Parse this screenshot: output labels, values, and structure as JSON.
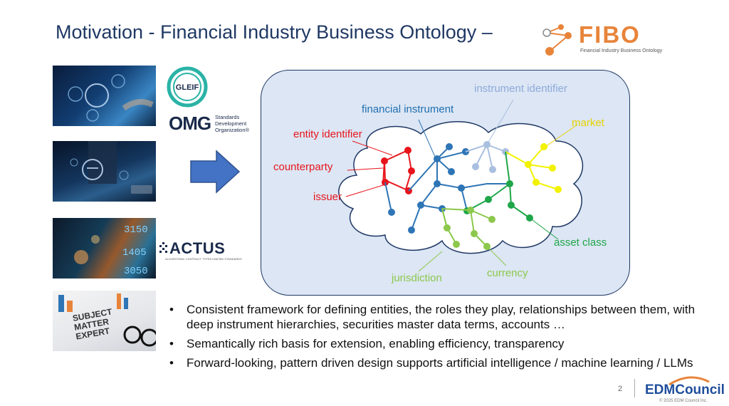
{
  "slide": {
    "title": "Motivation - Financial Industry Business Ontology –",
    "fibo_logo": {
      "name": "FIBO",
      "subtitle": "Financial Industry Business Ontology",
      "color": "#e8843a"
    },
    "logos": {
      "gleif": "GLEIF",
      "omg": {
        "name": "OMG",
        "subtitle_line1": "Standards",
        "subtitle_line2": "Development",
        "subtitle_line3": "Organization®"
      },
      "actus": {
        "name": "ACTUS",
        "subtitle": "ALGORITHMIC CONTRACT TYPES UNIFIED STANDARDS"
      }
    },
    "photos": [
      "iso-tech-icon",
      "justice-scale-icon",
      "stock-ticker-icon",
      "subject-matter-expert-icon"
    ],
    "photo_text": {
      "subject_matter_expert": [
        "SUBJECT",
        "MATTER",
        "EXPERT"
      ]
    },
    "diagram": {
      "labels": {
        "instrument_identifier": "instrument identifier",
        "financial_instrument": "financial instrument",
        "market": "market",
        "entity_identifier": "entity identifier",
        "counterparty": "counterparty",
        "issuer": "issuer",
        "asset_class": "asset class",
        "currency": "currency",
        "jurisdiction": "jurisdiction"
      },
      "colors": {
        "red": "#e8141c",
        "blue": "#2e75b6",
        "light_blue": "#a9bfe0",
        "yellow": "#f2f200",
        "green": "#1fa64a",
        "light_green": "#8cc84b",
        "label_blue": "#1f6fb0",
        "label_grey_blue": "#8eaadb",
        "label_yellow": "#e6d200"
      }
    },
    "bullets": [
      {
        "symbol": "•",
        "text": "Consistent framework for defining entities, the roles they play, relationships between them, with deep instrument hierarchies, securities master data terms, accounts …"
      },
      {
        "symbol": "•",
        "text": "Semantically rich basis for extension, enabling efficiency, transparency"
      },
      {
        "symbol": "•",
        "text": "Forward-looking, pattern driven design supports artificial intelligence / machine learning / LLMs"
      }
    ],
    "footer": {
      "page_number": "2",
      "brand": "EDMCouncil",
      "copyright": "© 2025 EDM Council Inc."
    }
  }
}
